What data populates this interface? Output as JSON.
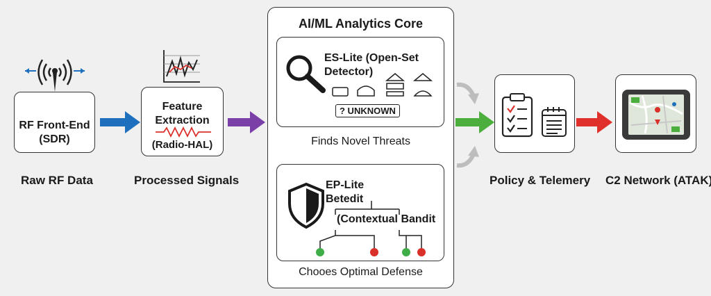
{
  "rf_front_end": {
    "title_line1": "RF Front-End",
    "title_line2": "(SDR)",
    "caption": "Raw RF Data"
  },
  "feature_extraction": {
    "title_line1": "Feature",
    "title_line2": "Extraction",
    "subtitle": "(Radio-HAL)",
    "caption": "Processed Signals"
  },
  "core": {
    "title": "AI/ML Analytics Core",
    "es_lite": {
      "title_line1": "ES-Lite (Open-Set",
      "title_line2": "Detector)",
      "unknown_tag": "? UNKNOWN",
      "caption": "Finds Novel Threats"
    },
    "ep_lite": {
      "title_line1": "EP-Lite",
      "title_line2": "Betedit",
      "title_line3": "(Contextual Bandit",
      "caption": "Chooes Optimal Defense"
    }
  },
  "policy": {
    "caption": "Policy & Telemery"
  },
  "c2": {
    "caption": "C2 Network (ATAK)"
  },
  "colors": {
    "blue": "#1f6fbf",
    "purple": "#7b3fa8",
    "green": "#4cae3c",
    "red": "#e0302c",
    "dot_green": "#3fae49",
    "dot_red": "#d9302a"
  }
}
